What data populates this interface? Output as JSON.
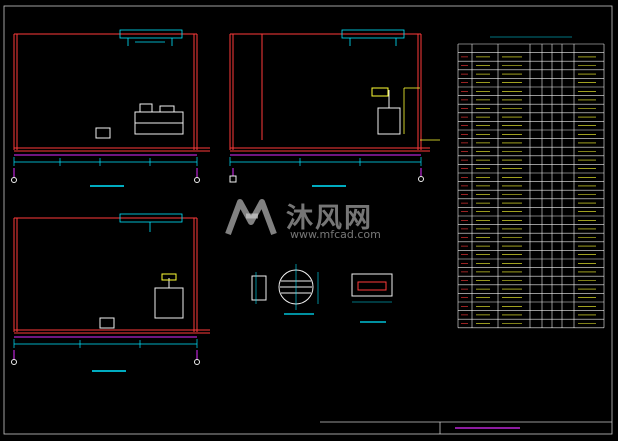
{
  "watermark": {
    "text": "沐风网",
    "url": "www.mfcad.com"
  },
  "colors": {
    "background": "#000000",
    "frame": "#c8c8c8",
    "wall": "#ff3a3a",
    "axis": "#e02dff",
    "dim": "#00e6ff",
    "equipment": "#f0f0f0",
    "pipe": "#ffff33",
    "table": "#f0f0f0",
    "watermark": "#d7d7d7"
  },
  "drawing": {
    "views": [
      "section-a",
      "section-b",
      "section-c",
      "circular-tank",
      "pit-detail"
    ],
    "table_rows": 33
  }
}
